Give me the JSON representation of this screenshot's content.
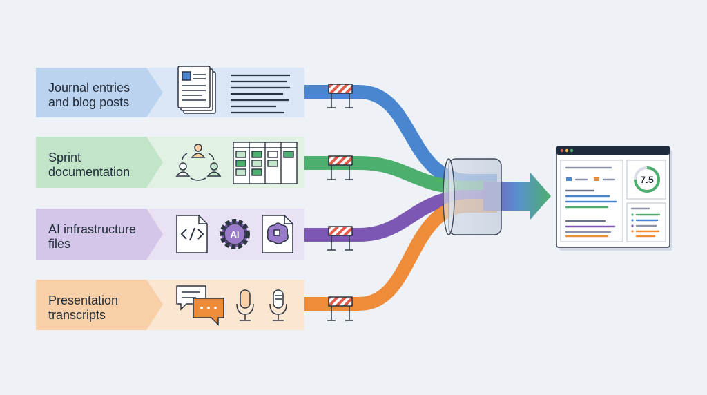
{
  "sources": [
    {
      "label": "Journal entries\nand blog posts",
      "color": "#4a85cf",
      "fill": "#bcd3ef",
      "fill_light": "#dbe7f6",
      "icons": [
        "document-stack-icon",
        "text-lines-icon"
      ]
    },
    {
      "label": "Sprint\ndocumentation",
      "color": "#4caf6e",
      "fill": "#c2e4c9",
      "fill_light": "#e1f1e4",
      "icons": [
        "team-cycle-icon",
        "kanban-board-icon"
      ]
    },
    {
      "label": "AI infrastructure\nfiles",
      "color": "#7c57b4",
      "fill": "#d3c6e8",
      "fill_light": "#e9e2f4",
      "icons": [
        "code-file-icon",
        "ai-gear-icon",
        "brain-chip-file-icon"
      ]
    },
    {
      "label": "Presentation\ntranscripts",
      "color": "#ef8c3a",
      "fill": "#f8cfa6",
      "fill_light": "#fbe6d1",
      "icons": [
        "chat-bubbles-icon",
        "microphone-icon",
        "microphone-icon"
      ]
    }
  ],
  "barrier_colors": [
    "#e25b4a",
    "#ffffff"
  ],
  "dashboard": {
    "score": "7.5",
    "ring_color": "#4caf6e",
    "window_dots": [
      "#e25b4a",
      "#f5b841",
      "#4caf6e"
    ]
  }
}
